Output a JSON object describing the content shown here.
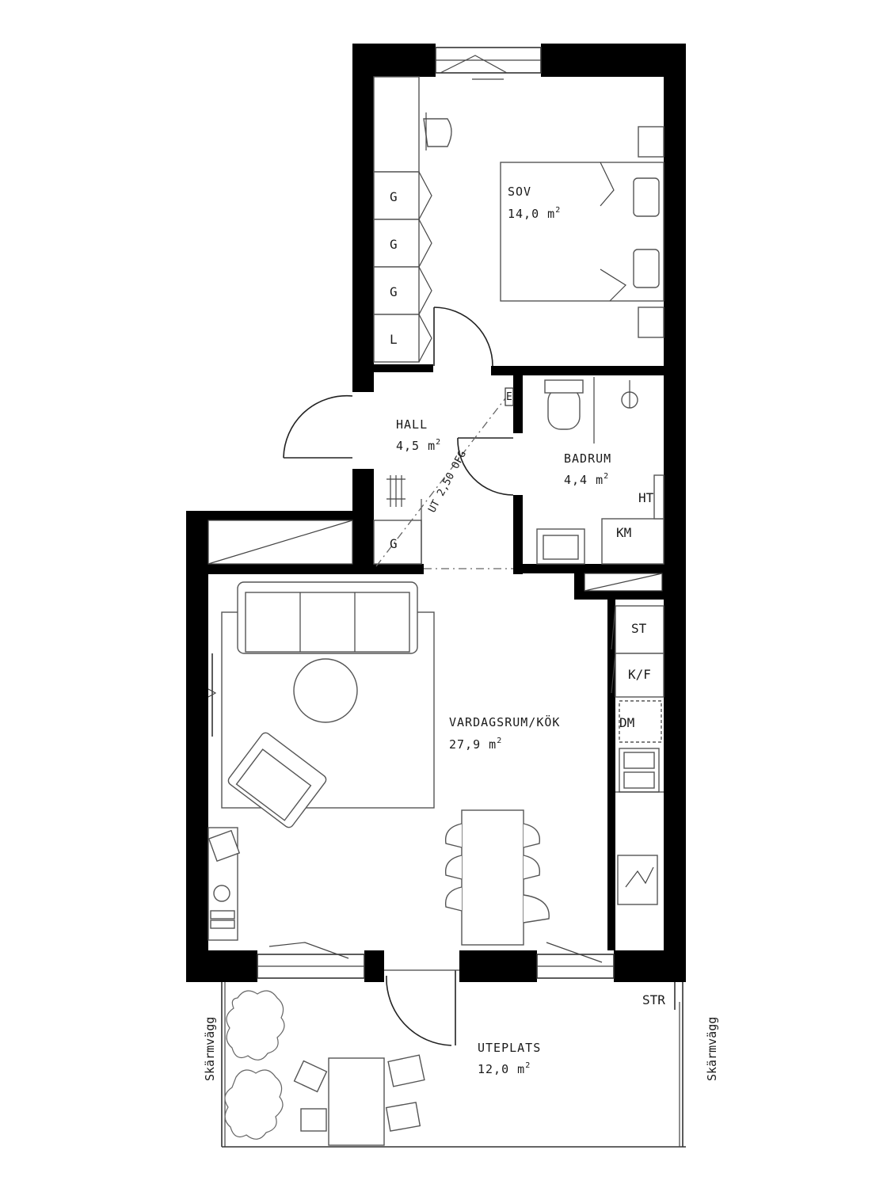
{
  "rooms": {
    "sov": {
      "name": "SOV",
      "area": "14,0 m",
      "unit_sup": "2"
    },
    "hall": {
      "name": "HALL",
      "area": "4,5 m",
      "unit_sup": "2"
    },
    "badrum": {
      "name": "BADRUM",
      "area": "4,4 m",
      "unit_sup": "2"
    },
    "vardagsrum": {
      "name": "VARDAGSRUM/KÖK",
      "area": "27,9 m",
      "unit_sup": "2"
    },
    "uteplats": {
      "name": "UTEPLATS",
      "area": "12,0 m",
      "unit_sup": "2"
    }
  },
  "fixtures": {
    "wardrobe_1": "G",
    "wardrobe_2": "G",
    "wardrobe_3": "G",
    "linen": "L",
    "hall_wardrobe": "G",
    "electric_panel": "E",
    "drying_cabinet": "HT",
    "washing_machine": "KM",
    "stove": "ST",
    "fridge_freezer": "K/F",
    "dishwasher": "DM",
    "storage": "STR"
  },
  "labels": {
    "exit_note": "UT 2,50 OFG",
    "screen_wall_left": "Skärmvägg",
    "screen_wall_right": "Skärmvägg"
  },
  "colors": {
    "wall": "#000000",
    "line": "#333333",
    "background": "#ffffff"
  }
}
